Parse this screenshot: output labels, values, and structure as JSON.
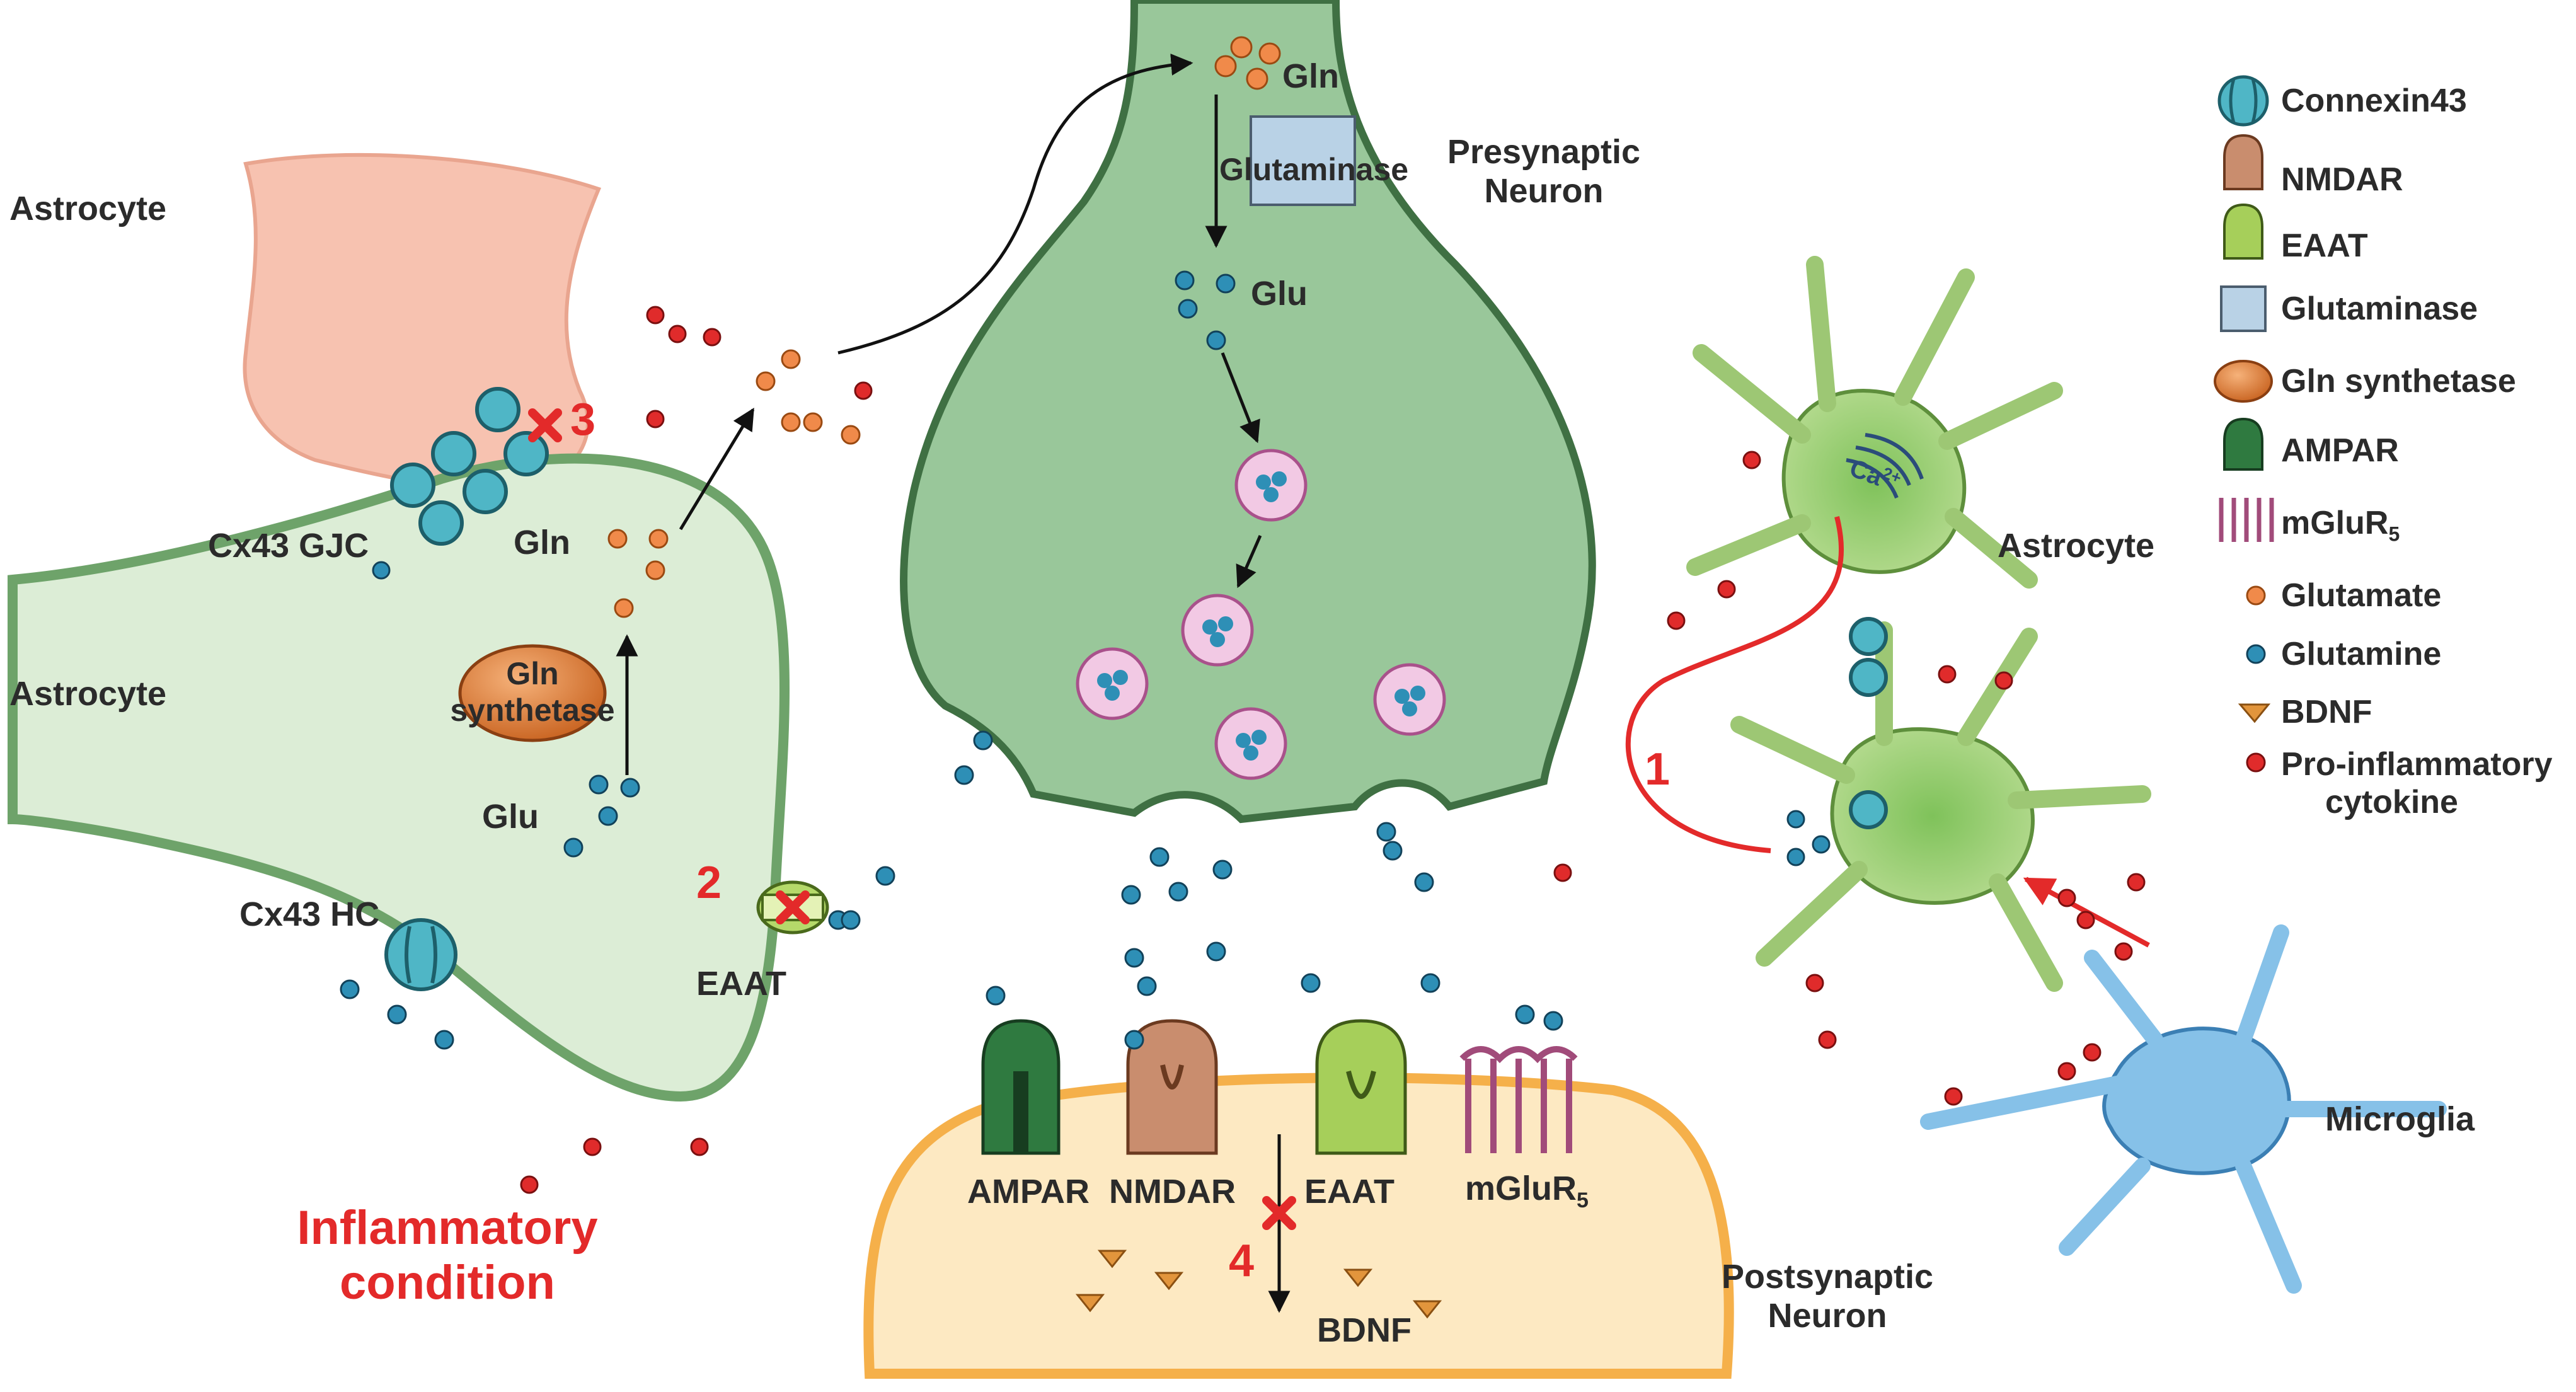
{
  "labels": {
    "astrocyte_top": "Astrocyte",
    "astrocyte_mid": "Astrocyte",
    "astrocyte_right": "Astrocyte",
    "cx43_gjc": "Cx43 GJC",
    "cx43_hc": "Cx43 HC",
    "gln_left": "Gln",
    "glu_left": "Glu",
    "gln_synthetase_line1": "Gln",
    "gln_synthetase_line2": "synthetase",
    "eaat_left": "EAAT",
    "gln_top": "Gln",
    "glutaminase": "Glutaminase",
    "glu_top": "Glu",
    "presynaptic_line1": "Presynaptic",
    "presynaptic_line2": "Neuron",
    "postsynaptic_line1": "Postsynaptic",
    "postsynaptic_line2": "Neuron",
    "ampar": "AMPAR",
    "nmdar": "NMDAR",
    "eaat_post": "EAAT",
    "mglur5": "mGluR",
    "mglur5_sub": "5",
    "bdnf": "BDNF",
    "microglia": "Microglia",
    "ca": "Ca",
    "ca_sup": "2+",
    "inflammatory_line1": "Inflammatory",
    "inflammatory_line2": "condition"
  },
  "markers": {
    "m1": "1",
    "m2": "2",
    "m3": "3",
    "m4": "4"
  },
  "legend": [
    {
      "icon": "connexin43-icon",
      "label": "Connexin43"
    },
    {
      "icon": "nmdar-icon",
      "label": "NMDAR"
    },
    {
      "icon": "eaat-icon",
      "label": "EAAT"
    },
    {
      "icon": "glutaminase-icon",
      "label": "Glutaminase"
    },
    {
      "icon": "gln-synthetase-icon",
      "label": "Gln synthetase"
    },
    {
      "icon": "ampar-icon",
      "label": "AMPAR"
    },
    {
      "icon": "mglur5-icon",
      "label": "mGluR",
      "sub": "5"
    },
    {
      "icon": "glutamate-dot-icon",
      "label": "Glutamate"
    },
    {
      "icon": "glutamine-dot-icon",
      "label": "Glutamine"
    },
    {
      "icon": "bdnf-icon",
      "label": "BDNF"
    },
    {
      "icon": "cytokine-dot-icon",
      "label": "Pro-inflammatory",
      "label2": "cytokine"
    }
  ],
  "colors": {
    "astrocyte_pink": "#f7c2b0",
    "astrocyte_green": "#dcedd6",
    "neuron_green": "#99c79a",
    "postsynaptic_fill": "#fde9c2",
    "postsynaptic_border": "#f5b04a",
    "connexin": "#4fb6c6",
    "glutamate": "#f08a4a",
    "glutamine": "#2e8fb6",
    "cytokine": "#e02b2b",
    "microglia": "#86c1e8",
    "accent_red": "#e32a2a"
  }
}
